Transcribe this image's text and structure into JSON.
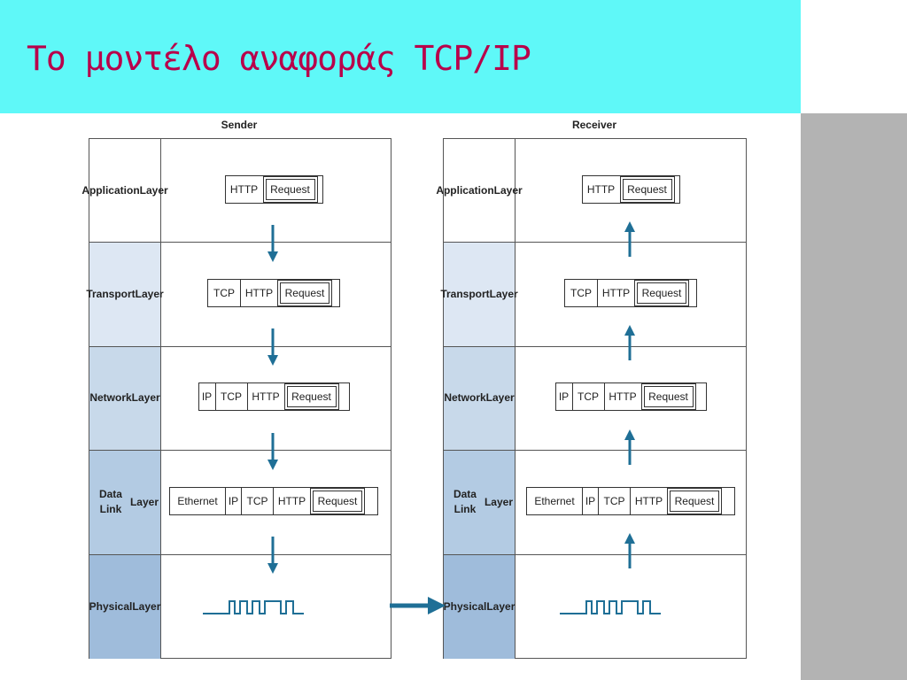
{
  "slide": {
    "title": "Το μοντέλο αναφοράς TCP/IP"
  },
  "sender": {
    "heading": "Sender",
    "layers": [
      {
        "line1": "Application",
        "line2": "Layer",
        "segments": [
          "HTTP",
          "Request"
        ]
      },
      {
        "line1": "Transport",
        "line2": "Layer",
        "segments": [
          "TCP",
          "HTTP",
          "Request"
        ]
      },
      {
        "line1": "Network",
        "line2": "Layer",
        "segments": [
          "IP",
          "TCP",
          "HTTP",
          "Request"
        ]
      },
      {
        "line1": "Data Link",
        "line2": "Layer",
        "segments": [
          "Ethernet",
          "IP",
          "TCP",
          "HTTP",
          "Request"
        ]
      },
      {
        "line1": "Physical",
        "line2": "Layer",
        "segments": []
      }
    ]
  },
  "receiver": {
    "heading": "Receiver",
    "layers": [
      {
        "line1": "Application",
        "line2": "Layer",
        "segments": [
          "HTTP",
          "Request"
        ]
      },
      {
        "line1": "Transport",
        "line2": "Layer",
        "segments": [
          "TCP",
          "HTTP",
          "Request"
        ]
      },
      {
        "line1": "Network",
        "line2": "Layer",
        "segments": [
          "IP",
          "TCP",
          "HTTP",
          "Request"
        ]
      },
      {
        "line1": "Data Link",
        "line2": "Layer",
        "segments": [
          "Ethernet",
          "IP",
          "TCP",
          "HTTP",
          "Request"
        ]
      },
      {
        "line1": "Physical",
        "line2": "Layer",
        "segments": []
      }
    ]
  },
  "colors": {
    "title_bg": "#5ff8f8",
    "title_text": "#b8004a",
    "arrow": "#1f6f96",
    "layer_shades": [
      "#ffffff",
      "#dde7f3",
      "#c8d9ea",
      "#b3cbe3",
      "#9fbcdb"
    ]
  }
}
